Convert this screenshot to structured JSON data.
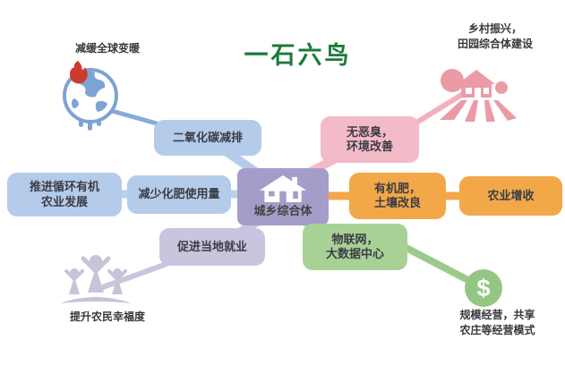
{
  "title": "一石六鸟",
  "center": {
    "label": "城乡综合体"
  },
  "branches": {
    "carbon": {
      "box": "二氧化碳减排",
      "outcome": "减缓全球变暖"
    },
    "fertilizer": {
      "box": "减少化肥使用量",
      "outcome": {
        "line1": "推进循环有机",
        "line2": "农业发展"
      }
    },
    "employment": {
      "box": "促进当地就业",
      "outcome": "提升农民幸福度"
    },
    "environment": {
      "box": {
        "line1": "无恶臭，",
        "line2": "环境改善"
      },
      "outcome": {
        "line1": "乡村振兴，",
        "line2": "田园综合体建设"
      }
    },
    "soil": {
      "box": {
        "line1": "有机肥，",
        "line2": "土壤改良"
      },
      "outcome": "农业增收"
    },
    "bigdata": {
      "box": {
        "line1": "物联网，",
        "line2": "大数据中心"
      },
      "outcome": {
        "line1": "规模经营，共享",
        "line2": "农庄等经营模式"
      }
    }
  },
  "icons": {
    "center": "house-icon",
    "carbon": "globe-warming-icon",
    "employment": "cheering-family-icon",
    "environment": "farm-fields-icon",
    "bigdata": "dollar-coin-icon",
    "dollar_glyph": "$"
  },
  "colors": {
    "title_green": "#1d7a3a",
    "blue_box": "#b4cce9",
    "center_purple": "#a59dc9",
    "lavender_box": "#c9c5df",
    "pink_box": "#f3bac7",
    "pink_icon": "#eb9aa6",
    "orange_box": "#f2a848",
    "green_box": "#a8d295",
    "green_coin": "#93c683",
    "globe_blue": "#7da3d2",
    "flame_red": "#cc3b2e",
    "people_gray": "#c6c4d8",
    "text_dark": "#3c3c46"
  }
}
